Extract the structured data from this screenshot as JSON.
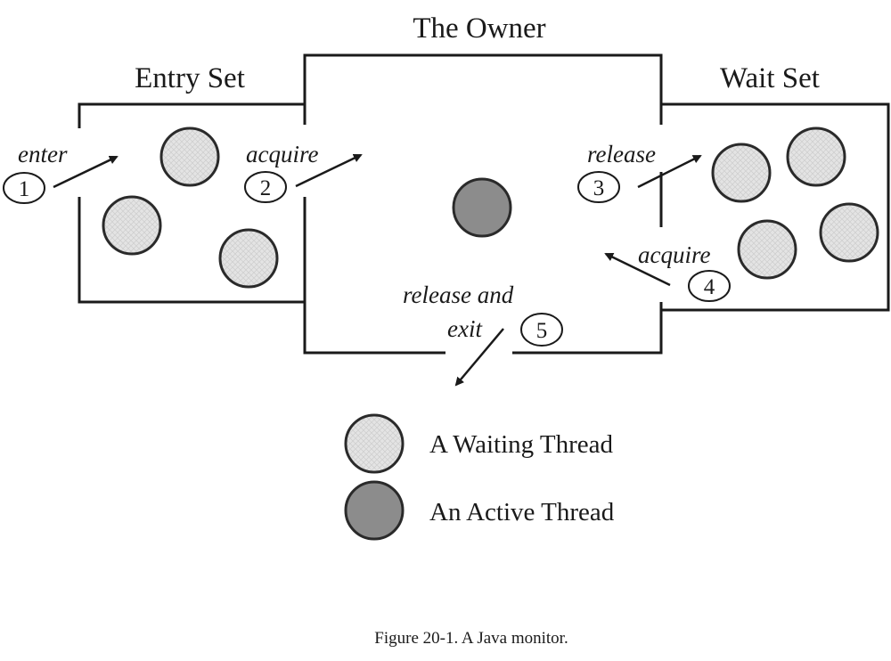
{
  "diagram": {
    "regions": {
      "entry_set": {
        "title": "Entry Set"
      },
      "owner": {
        "title": "The Owner"
      },
      "wait_set": {
        "title": "Wait Set"
      }
    },
    "transitions": [
      {
        "number": "1",
        "label": "enter",
        "from": "outside",
        "to": "entry_set"
      },
      {
        "number": "2",
        "label": "acquire",
        "from": "entry_set",
        "to": "owner"
      },
      {
        "number": "3",
        "label": "release",
        "from": "owner",
        "to": "wait_set"
      },
      {
        "number": "4",
        "label": "acquire",
        "from": "wait_set",
        "to": "owner"
      },
      {
        "number": "5",
        "label_line1": "release and",
        "label_line2": "exit",
        "from": "owner",
        "to": "outside"
      }
    ],
    "threads": {
      "entry_set_waiting_count": 3,
      "wait_set_waiting_count": 4,
      "owner_active_count": 1
    },
    "legend": {
      "waiting": "A Waiting Thread",
      "active": "An Active Thread"
    },
    "colors": {
      "waiting_fill": "#e2e2e2",
      "active_fill": "#8c8c8c",
      "line": "#1a1a1a"
    },
    "caption": "Figure 20-1. A Java monitor."
  }
}
